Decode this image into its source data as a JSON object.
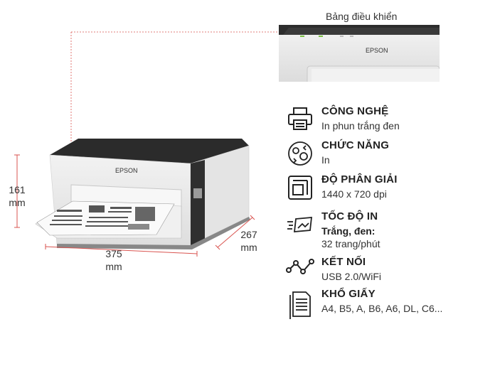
{
  "panel_caption": "Bảng điều khiển",
  "panel_brand": "EPSON",
  "printer_brand": "EPSON",
  "dimensions": {
    "height": {
      "value": "161",
      "unit": "mm"
    },
    "width": {
      "value": "375",
      "unit": "mm"
    },
    "depth": {
      "value": "267",
      "unit": "mm"
    }
  },
  "specs": [
    {
      "icon": "printer-icon",
      "title": "CÔNG NGHỆ",
      "lines": [
        "In phun trắng đen"
      ]
    },
    {
      "icon": "gears-icon",
      "title": "CHỨC NĂNG",
      "lines": [
        "In"
      ]
    },
    {
      "icon": "resolution-icon",
      "title": "ĐỘ PHÂN GIẢI",
      "lines": [
        "1440 x 720 dpi"
      ]
    },
    {
      "icon": "speed-icon",
      "title": "TỐC ĐỘ IN",
      "lines": [
        "Trắng, đen:",
        "32 trang/phút"
      ]
    },
    {
      "icon": "connection-icon",
      "title": "KẾT NỐI",
      "lines": [
        "USB 2.0/WiFi"
      ]
    },
    {
      "icon": "paper-icon",
      "title": "KHỔ GIẤY",
      "lines": [
        "A4, B5, A, B6, A6, DL, C6..."
      ]
    }
  ],
  "colors": {
    "dimension_line": "#d9534f",
    "body": "#e9e9e9",
    "top": "#2b2b2b",
    "text": "#222222"
  }
}
